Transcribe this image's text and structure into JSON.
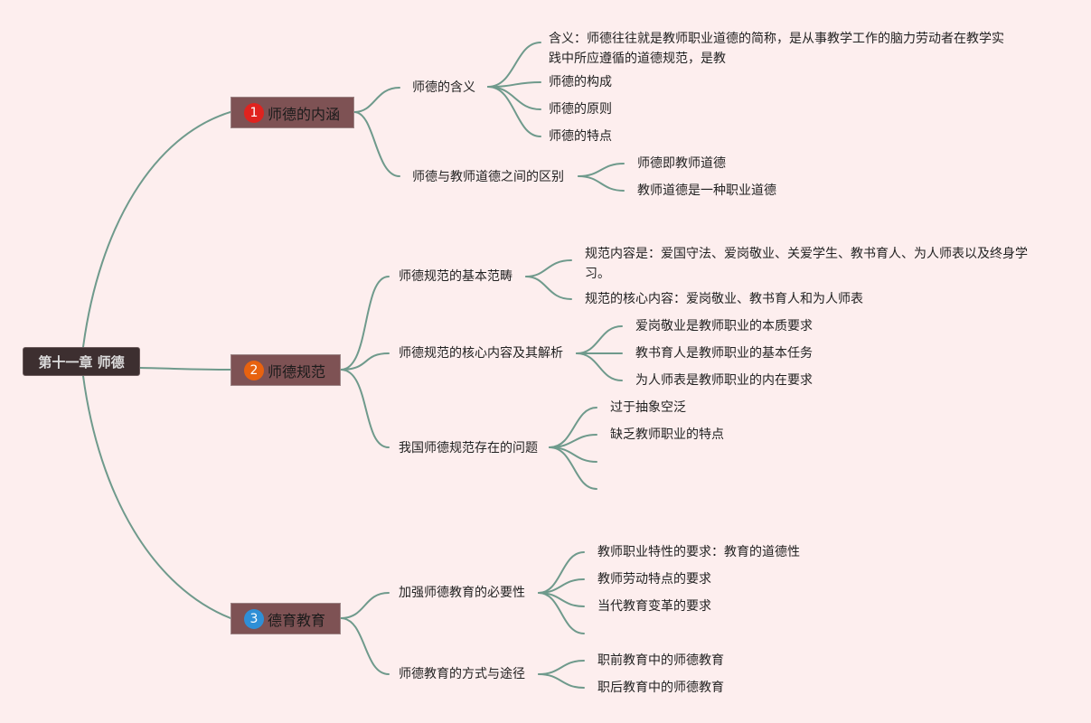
{
  "root": {
    "label": "第十一章 师德"
  },
  "branches": [
    {
      "number": "1",
      "label": "师德的内涵",
      "badge_color": "#e0231f",
      "subs": [
        {
          "label": "师德的含义",
          "leaves": [
            "含义：师德往往就是教师职业道德的简称，是从事教学工作的脑力劳动者在教学实践中所应遵循的道德规范，是教",
            "师德的构成",
            "师德的原则",
            "师德的特点"
          ]
        },
        {
          "label": "师德与教师道德之间的区别",
          "leaves": [
            "师德即教师道德",
            "教师道德是一种职业道德"
          ]
        }
      ]
    },
    {
      "number": "2",
      "label": "师德规范",
      "badge_color": "#e8620f",
      "subs": [
        {
          "label": "师德规范的基本范畴",
          "leaves": [
            "规范内容是：爱国守法、爱岗敬业、关爱学生、教书育人、为人师表以及终身学习。",
            "规范的核心内容：爱岗敬业、教书育人和为人师表"
          ]
        },
        {
          "label": "师德规范的核心内容及其解析",
          "leaves": [
            "爱岗敬业是教师职业的本质要求",
            "教书育人是教师职业的基本任务",
            "为人师表是教师职业的内在要求"
          ]
        },
        {
          "label": "我国师德规范存在的问题",
          "leaves": [
            "过于抽象空泛",
            "缺乏教师职业的特点"
          ]
        }
      ]
    },
    {
      "number": "3",
      "label": "德育教育",
      "badge_color": "#2f8fd6",
      "subs": [
        {
          "label": "加强师德教育的必要性",
          "leaves": [
            "教师职业特性的要求：教育的道德性",
            "教师劳动特点的要求",
            "当代教育变革的要求"
          ]
        },
        {
          "label": "师德教育的方式与途径",
          "leaves": [
            "职前教育中的师德教育",
            "职后教育中的师德教育"
          ]
        }
      ]
    }
  ]
}
